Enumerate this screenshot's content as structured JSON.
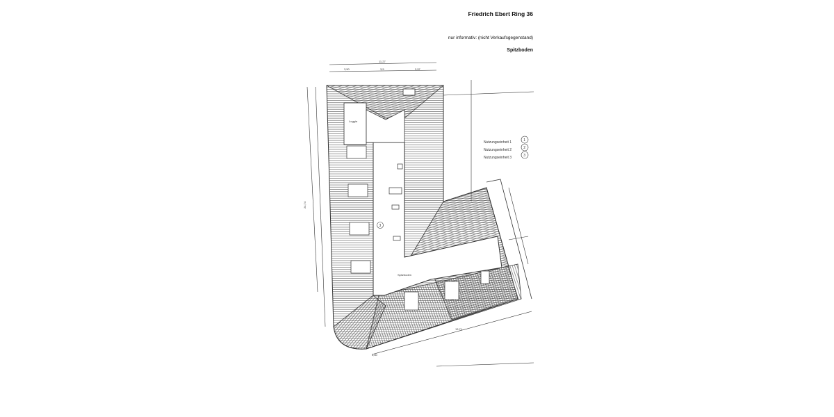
{
  "header": {
    "title": "Friedrich Ebert Ring 36",
    "note": "nur informativ:  (nicht Verkaufsgegenstand)",
    "floor": "Spitzboden"
  },
  "plan": {
    "room_labels": {
      "loggia": "Loggia",
      "attic": "Spitzboden"
    },
    "unit_marker": "3",
    "legend": [
      {
        "label": "Nutzungseinheit 1",
        "number": "1"
      },
      {
        "label": "Nutzungseinheit 2",
        "number": "2"
      },
      {
        "label": "Nutzungseinheit 3",
        "number": "3"
      }
    ],
    "dimensions": {
      "top_total": "11,27",
      "top_a": "3,50",
      "top_b": "3,5",
      "top_c": "3,57",
      "bottom": "13,71",
      "bottom_small": "3,60",
      "left_total": "24,74"
    }
  }
}
